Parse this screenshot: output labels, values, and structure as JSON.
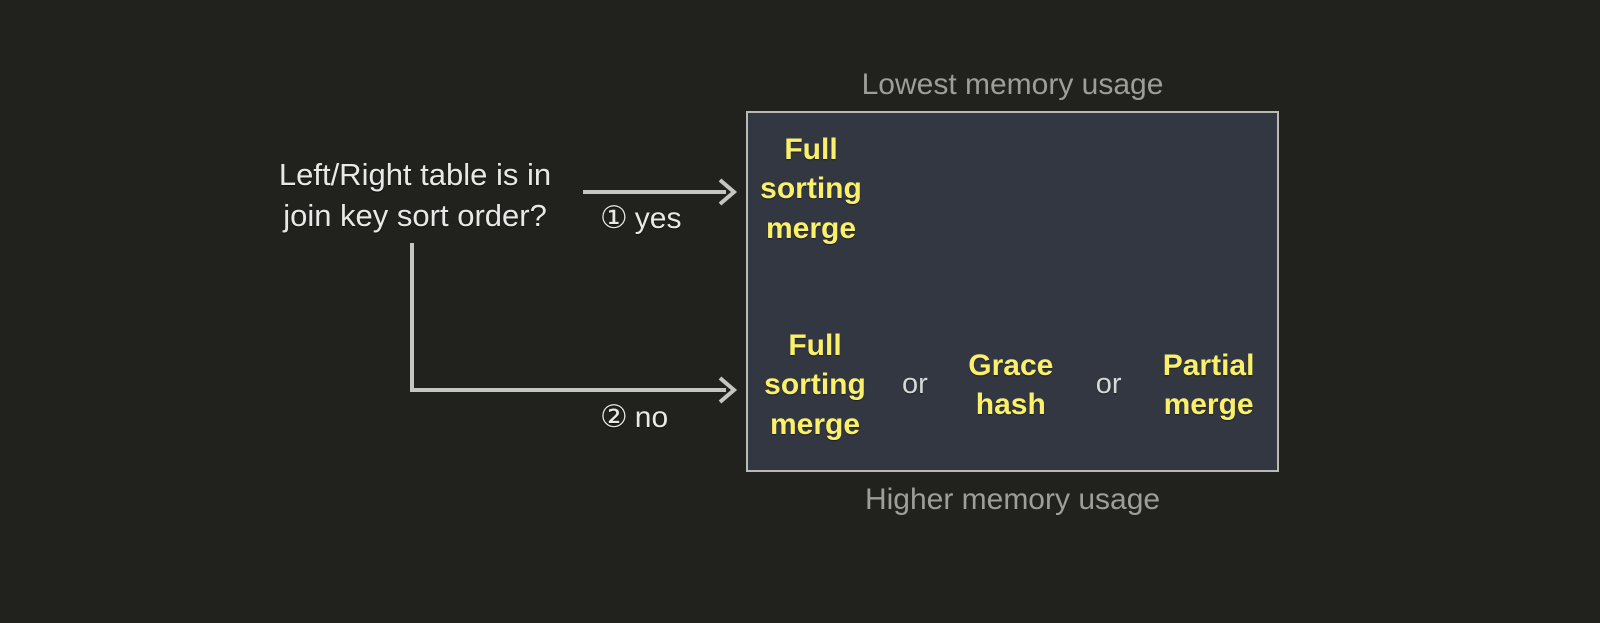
{
  "diagram": {
    "type": "decision-flow",
    "background_color": "#21221e",
    "question": {
      "text": "Left/Right table is in\njoin key sort order?",
      "color": "#e8e8e6"
    },
    "branches": [
      {
        "marker": "①",
        "label": "yes",
        "order": 1
      },
      {
        "marker": "②",
        "label": "no",
        "order": 2
      }
    ],
    "outcome_box": {
      "fill_color": "#333742",
      "border_color": "#b9b9b6",
      "accent_color": "#faf06a",
      "captions": {
        "top": "Lowest memory usage",
        "bottom": "Higher memory usage",
        "color": "#9d9d99"
      },
      "rows": [
        {
          "branch": "yes",
          "options": [
            {
              "text": "Full\nsorting\nmerge"
            }
          ],
          "separators": []
        },
        {
          "branch": "no",
          "options": [
            {
              "text": "Full\nsorting\nmerge"
            },
            {
              "text": "Grace\nhash"
            },
            {
              "text": "Partial\nmerge"
            }
          ],
          "separators": [
            "or",
            "or"
          ]
        }
      ]
    }
  }
}
